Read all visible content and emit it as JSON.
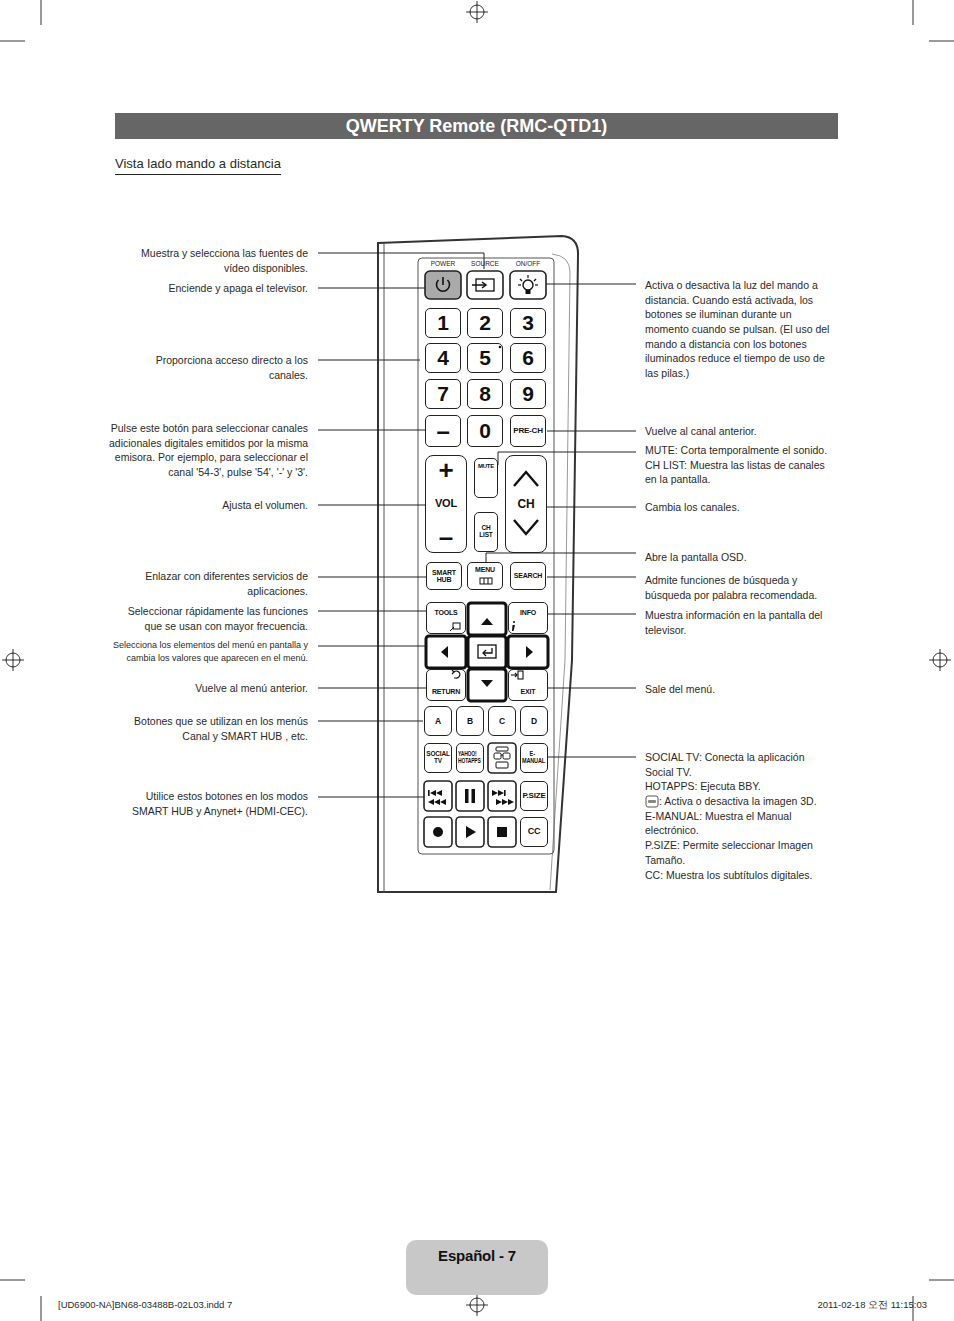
{
  "diagram": {
    "title": "QWERTY Remote (RMC-QTD1)",
    "nodes": [
      {
        "text": [
          "1"
        ]
      },
      {
        "text": [
          "2"
        ]
      },
      {
        "text": [
          "3"
        ]
      },
      {
        "text": [
          "4"
        ]
      },
      {
        "text": [
          "5"
        ]
      },
      {
        "text": [
          "6"
        ]
      },
      {
        "text": [
          "7"
        ]
      },
      {
        "text": [
          "8"
        ]
      },
      {
        "text": [
          "9"
        ]
      },
      {
        "text": [
          "–"
        ]
      },
      {
        "text": [
          "0"
        ]
      },
      {
        "text": [
          "PRE-CH"
        ]
      },
      {
        "text": [
          "+",
          "VOL",
          "–"
        ]
      },
      {
        "text": [
          "MUTE"
        ]
      },
      {
        "text": [
          "CH"
        ]
      },
      {
        "text": [
          "CH LIST"
        ]
      },
      {
        "text": [
          "SMART HUB"
        ]
      },
      {
        "text": [
          "MENU"
        ]
      },
      {
        "text": [
          "SEARCH"
        ]
      },
      {
        "text": [
          "TOOLS"
        ]
      },
      {
        "text": [
          "INFO"
        ]
      },
      {
        "text": [
          "RETURN"
        ]
      },
      {
        "text": [
          "EXIT"
        ]
      },
      {
        "text": [
          "A"
        ]
      },
      {
        "text": [
          "B"
        ]
      },
      {
        "text": [
          "C"
        ]
      },
      {
        "text": [
          "D"
        ]
      },
      {
        "text": [
          "SOCIAL TV"
        ]
      },
      {
        "text": [
          "YAHOO! HOTAPPS"
        ]
      },
      {
        "text": [
          "E-MANUAL"
        ]
      },
      {
        "text": [
          "P.SIZE"
        ]
      },
      {
        "text": [
          "CC"
        ]
      },
      {
        "text": [
          "Español - 7"
        ]
      }
    ],
    "edges": [],
    "labels": [
      "Vista lado mando a distancia",
      "POWER",
      "SOURCE",
      "ON/OFF",
      "Muestra y selecciona las fuentes de vídeo disponibles.",
      "Enciende y apaga el televisor.",
      "Proporciona acceso directo a los canales.",
      "Pulse este botón para seleccionar canales adicionales digitales emitidos por la misma emisora. Por ejemplo, para seleccionar el canal '54-3', pulse '54', '-' y '3'.",
      "Ajusta el volumen.",
      "Enlazar con diferentes servicios de aplicaciones.",
      "Seleccionar rápidamente las funciones que se usan con mayor frecuencia.",
      "Selecciona los elementos del menú en pantalla y cambia los valores que aparecen en el menú.",
      "Vuelve al menú anterior.",
      "Botones que se utilizan en los menús Canal y SMART HUB , etc.",
      "Utilice estos botones en los modos SMART HUB y Anynet+ (HDMI-CEC).",
      "Activa o desactiva la luz del mando a distancia. Cuando está activada, los botones se iluminan durante un momento cuando se pulsan. (El uso del mando a distancia con los botones iluminados reduce el tiempo de uso de las pilas.)",
      "Vuelve al canal anterior.",
      "MUTE: Corta temporalmente el sonido.",
      "CH LIST: Muestra las listas de canales en la pantalla.",
      "Cambia los canales.",
      "Abre la pantalla OSD.",
      "Admite funciones de búsqueda y búsqueda por palabra recomendada.",
      "Muestra información en la pantalla del televisor.",
      "Sale del menú.",
      "SOCIAL TV: Conecta la aplicación Social TV.",
      "HOTAPPS: Ejecuta BBY.",
      ": Activa o desactiva la imagen 3D.",
      "E-MANUAL: Muestra el Manual electrónico.",
      "P.SIZE: Permite seleccionar Imagen Tamaño.",
      "CC: Muestra los subtítulos digitales.",
      "[UD6900-NA]BN68-03488B-02L03.indd   7",
      "2011-02-18   오전 11:15:03"
    ]
  }
}
